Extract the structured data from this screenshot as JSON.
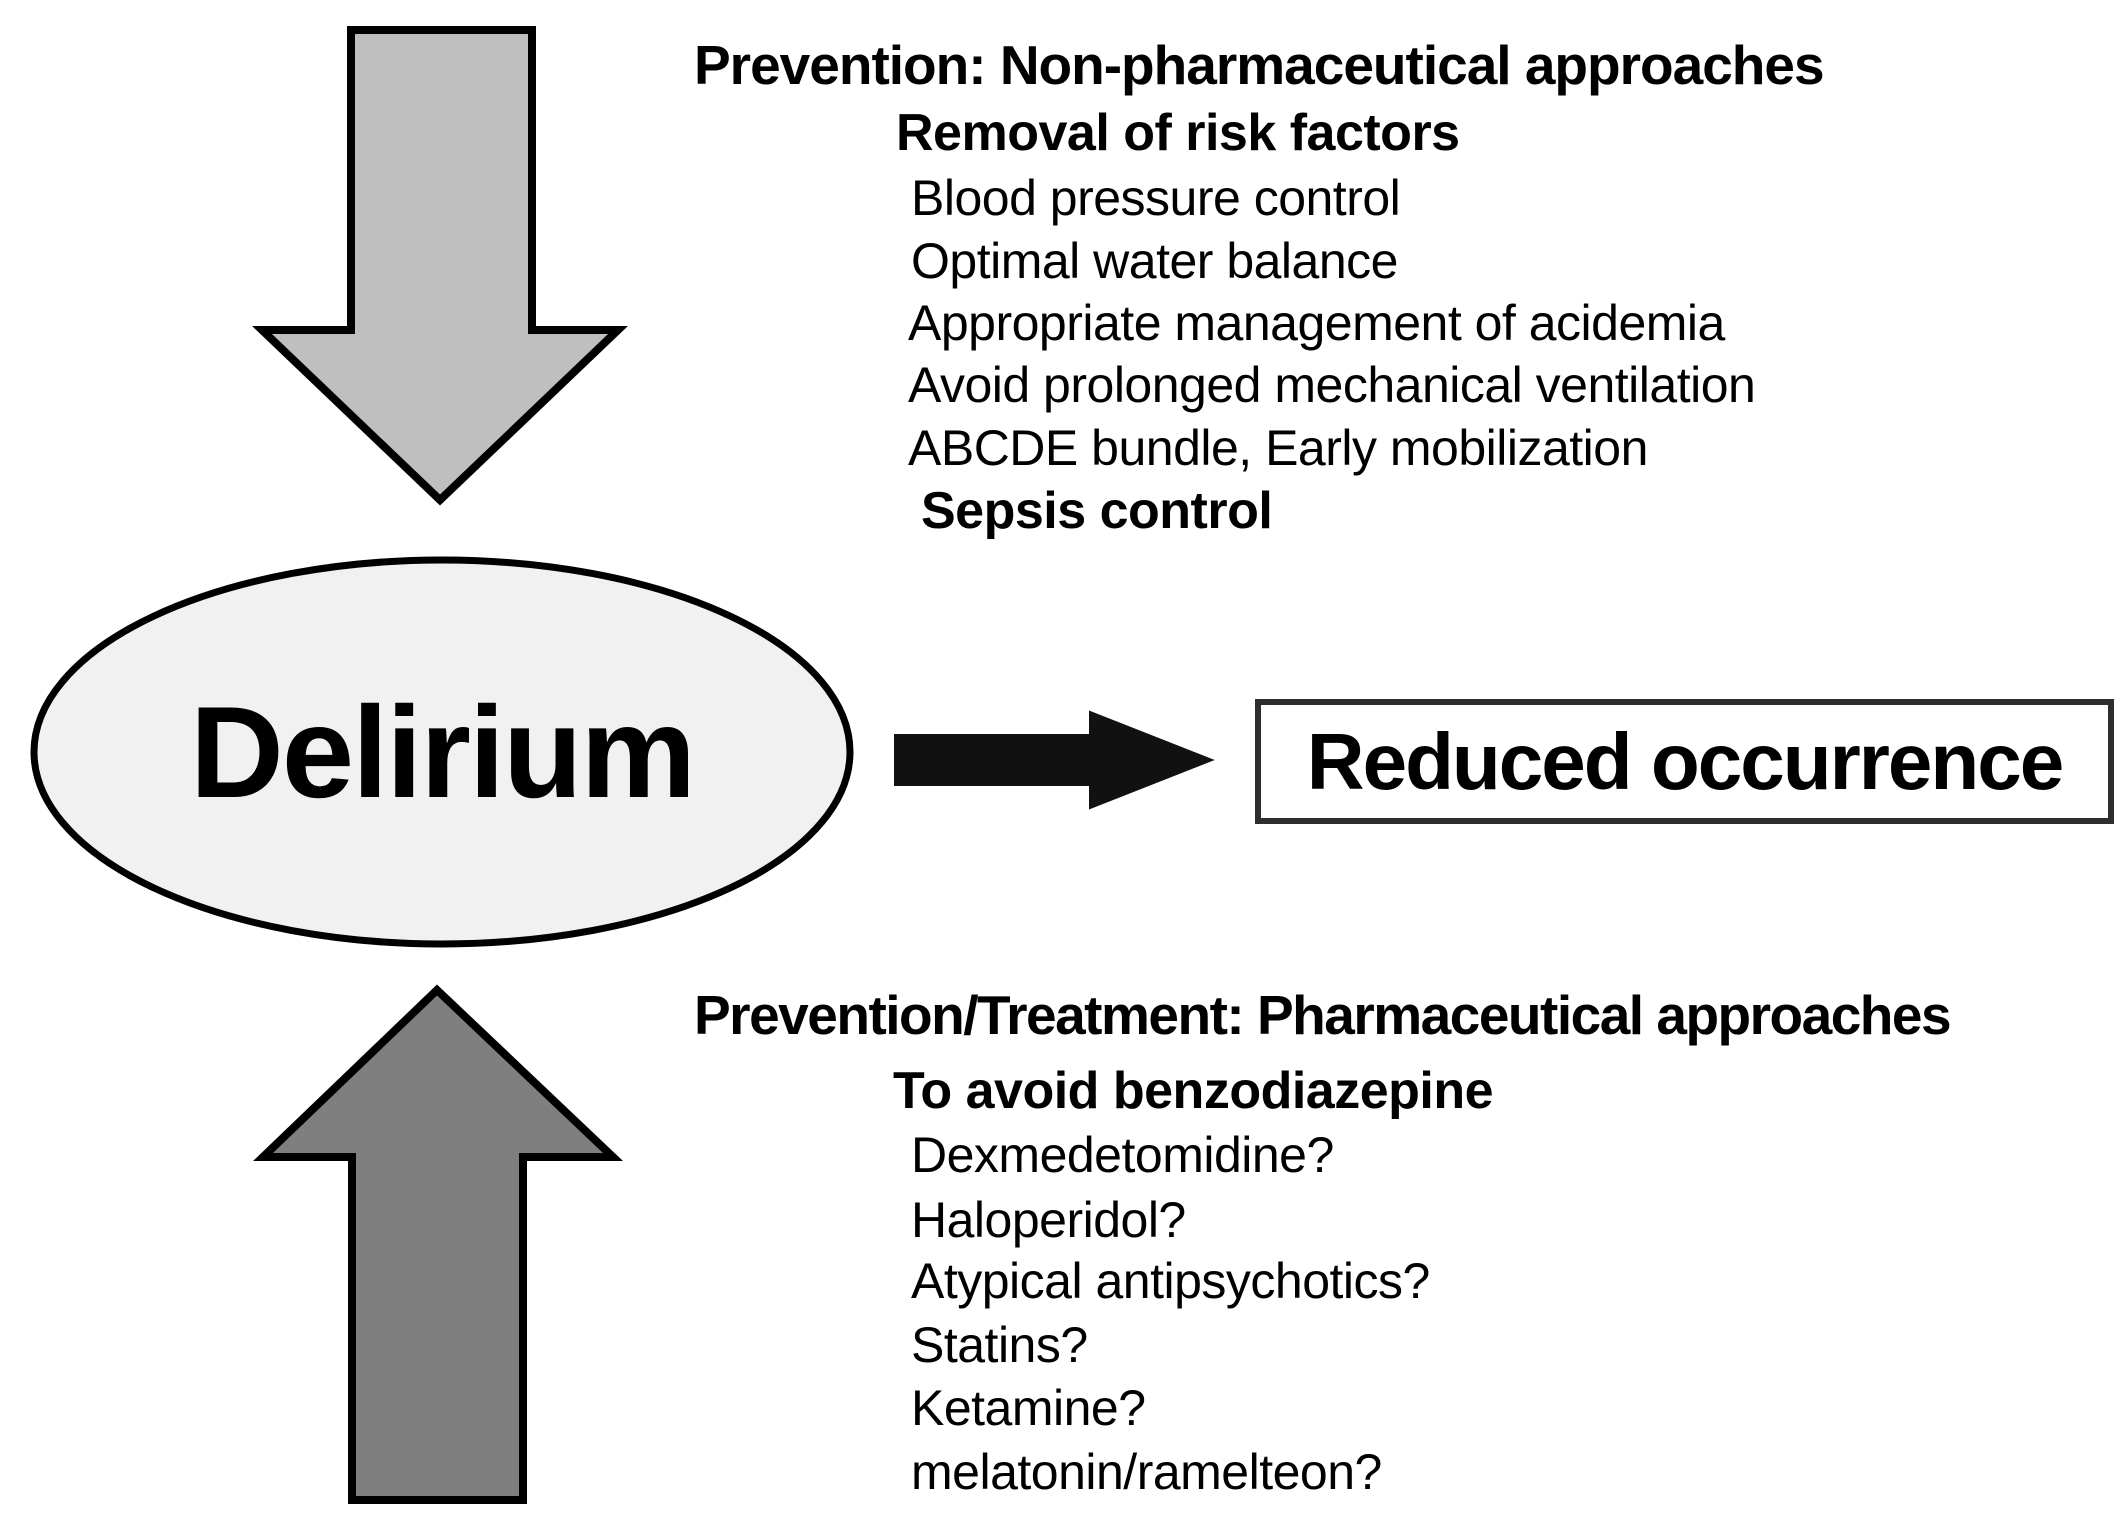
{
  "colors": {
    "background": "#ffffff",
    "light_arrow_fill": "#bfbfbf",
    "dark_arrow_fill": "#7f7f7f",
    "ellipse_fill": "#f1f1f1",
    "black_arrow_fill": "#111111",
    "outline": "#000000",
    "box_fill": "#ffffff",
    "box_border": "#2e2e2e",
    "text": "#000000"
  },
  "ellipse": {
    "label": "Delirium"
  },
  "outcome_box": {
    "label": "Reduced occurrence"
  },
  "top_section": {
    "heading": "Prevention: Non-pharmaceutical approaches",
    "subheading": "Removal of risk factors",
    "items": [
      "Blood pressure control",
      "Optimal water balance",
      "Appropriate management of acidemia",
      "Avoid prolonged mechanical ventilation",
      "ABCDE bundle, Early mobilization"
    ],
    "emphasized_item": "Sepsis control"
  },
  "bottom_section": {
    "heading": "Prevention/Treatment: Pharmaceutical approaches",
    "subheading": "To avoid benzodiazepine",
    "items": [
      "Dexmedetomidine?",
      "Haloperidol?",
      "Atypical antipsychotics?",
      "Statins?",
      "Ketamine?",
      "melatonin/ramelteon?"
    ]
  }
}
